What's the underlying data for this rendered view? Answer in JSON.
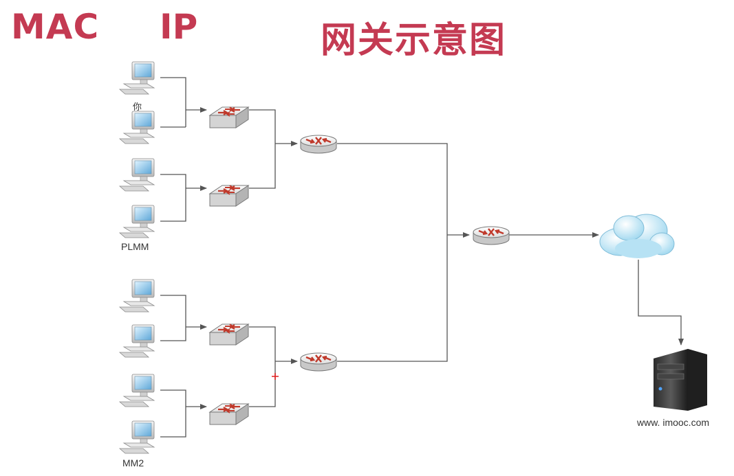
{
  "header": {
    "mac": "MAC",
    "ip": "IP",
    "title": "网关示意图"
  },
  "labels": {
    "pc_you": "你",
    "pc_plmm": "PLMM",
    "pc_mm2": "MM2",
    "server": "www. imooc.com"
  },
  "colors": {
    "title": "#c43a52",
    "line": "#555555",
    "router_arrow": "#c0392b"
  },
  "nodes": {
    "pcs": 8,
    "switches": 4,
    "routers": 3,
    "cloud": "internet-cloud",
    "server": "server-icon"
  }
}
